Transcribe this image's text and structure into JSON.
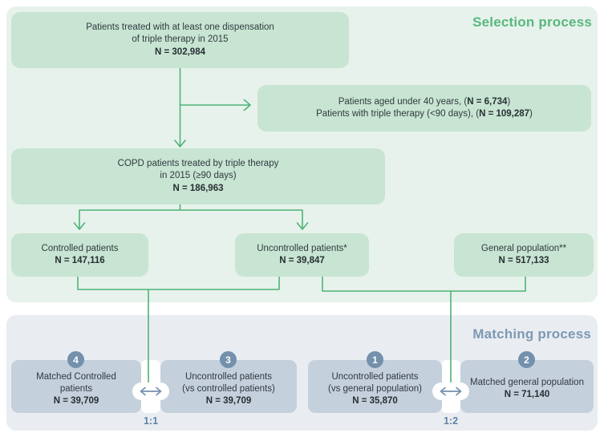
{
  "selection": {
    "title": "Selection process",
    "boxes": {
      "initial": {
        "line1": "Patients treated with at least one dispensation",
        "line2": "of triple therapy in 2015",
        "n": "N = 302,984"
      },
      "excluded": {
        "line1_pre": "Patients aged under 40 years,  (",
        "line1_n": "N = 6,734",
        "line1_post": ")",
        "line2_pre": "Patients with triple therapy (<90 days), (",
        "line2_n": "N = 109,287",
        "line2_post": ")"
      },
      "copd": {
        "line1": "COPD patients treated by triple therapy",
        "line2": "in 2015 (≥90 days)",
        "n": "N = 186,963"
      },
      "controlled": {
        "line1": "Controlled patients",
        "n": "N = 147,116"
      },
      "uncontrolled": {
        "line1": "Uncontrolled patients*",
        "n": "N = 39,847"
      },
      "general": {
        "line1": "General population**",
        "n": "N = 517,133"
      }
    }
  },
  "matching": {
    "title": "Matching process",
    "boxes": {
      "matched_controlled": {
        "badge": "4",
        "line1": "Matched Controlled",
        "line2": "patients",
        "n": "N = 39,709"
      },
      "uncontrolled_vs_controlled": {
        "badge": "3",
        "line1": "Uncontrolled patients",
        "line2": "(vs controlled patients)",
        "n": "N = 39,709"
      },
      "uncontrolled_vs_general": {
        "badge": "1",
        "line1": "Uncontrolled patients",
        "line2": "(vs general population)",
        "n": "N = 35,870"
      },
      "matched_general": {
        "badge": "2",
        "line1": "Matched general population",
        "n": "N = 71,140"
      }
    },
    "ratios": {
      "left": "1:1",
      "right": "1:2"
    }
  },
  "colors": {
    "selection_bg": "#e7f2ec",
    "selection_box": "#c8e4d2",
    "selection_accent": "#57b77e",
    "connector_green": "#4fb377",
    "matching_bg": "#e9edf2",
    "matching_box": "#c4d0db",
    "matching_accent": "#7e98b4",
    "badge_blue": "#7390ac",
    "ratio_blue": "#6083a6",
    "text_dark": "#2f3a40"
  }
}
